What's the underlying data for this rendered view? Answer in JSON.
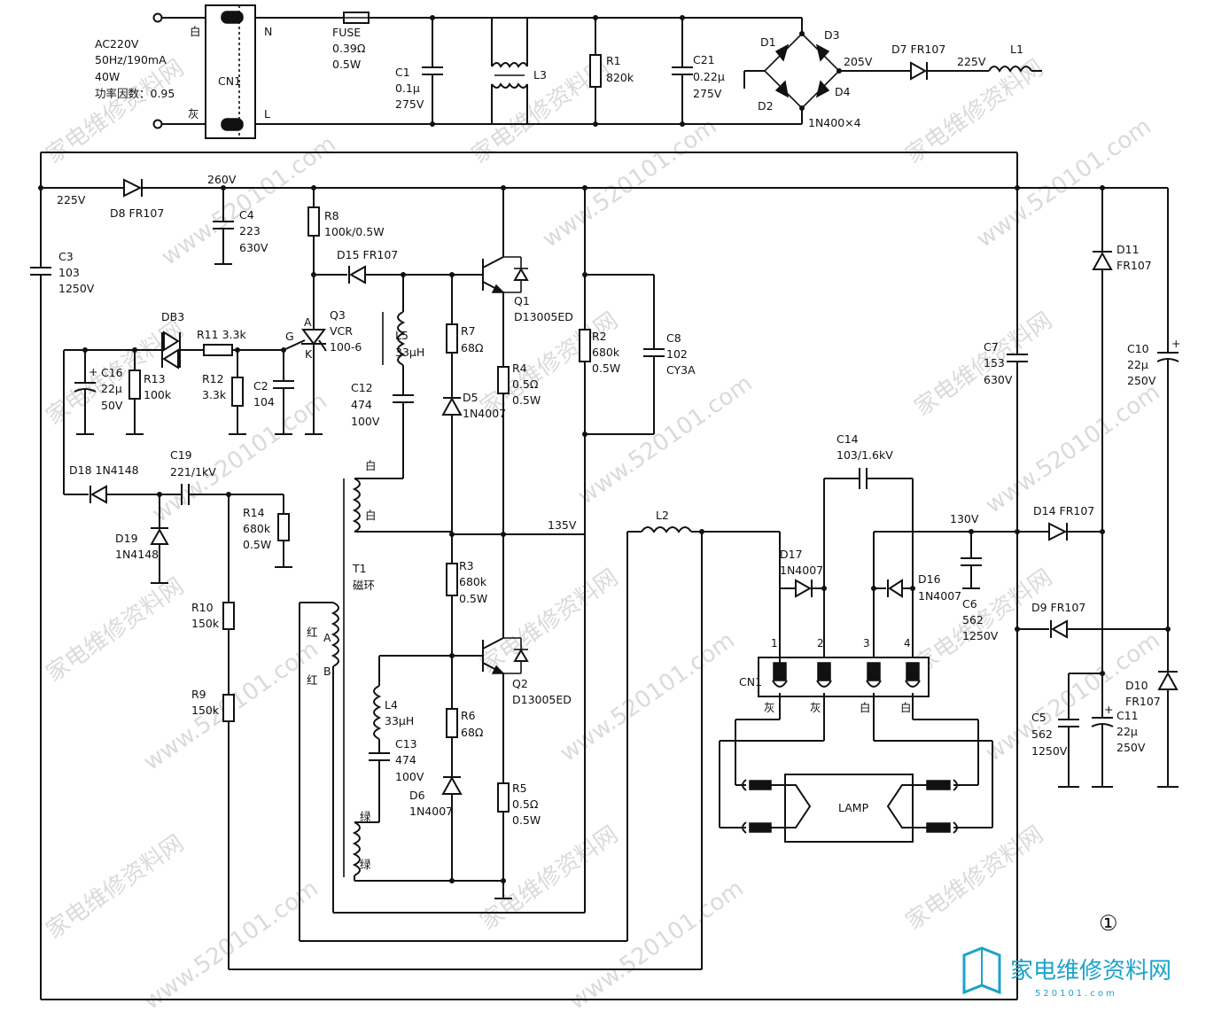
{
  "ac_input": {
    "lines": [
      "AC220V",
      "50Hz/190mA",
      "40W",
      "功率因数：0.95"
    ],
    "terminal_white": "白",
    "terminal_gray": "灰",
    "label_n": "N",
    "label_l": "L",
    "connector": "CN1"
  },
  "fuse": {
    "ref": "FUSE",
    "value": "0.39Ω",
    "rating": "0.5W"
  },
  "c1": {
    "ref": "C1",
    "value": "0.1μ",
    "rating": "275V"
  },
  "l3": {
    "ref": "L3"
  },
  "r1": {
    "ref": "R1",
    "value": "820k"
  },
  "c21": {
    "ref": "C21",
    "value": "0.22μ",
    "rating": "275V"
  },
  "bridge": {
    "d1": "D1",
    "d2": "D2",
    "d3": "D3",
    "d4": "D4",
    "part": "1N400×4",
    "out_v": "205V"
  },
  "d7": {
    "label": "D7 FR107",
    "out_v": "225V"
  },
  "l1": {
    "ref": "L1"
  },
  "rail_225": "225V",
  "d8": {
    "label": "D8 FR107"
  },
  "rail_260": "260V",
  "c4": {
    "ref": "C4",
    "value": "223",
    "rating": "630V"
  },
  "c3": {
    "ref": "C3",
    "value": "103",
    "rating": "1250V"
  },
  "r8": {
    "ref": "R8",
    "value": "100k/0.5W"
  },
  "d15": {
    "label": "D15 FR107"
  },
  "q3": {
    "ref": "Q3",
    "part": "VCR",
    "part2": "100-6",
    "pin_a": "A",
    "pin_g": "G",
    "pin_k": "K"
  },
  "db3": {
    "ref": "DB3"
  },
  "r11": {
    "label": "R11 3.3k"
  },
  "c16": {
    "ref": "C16",
    "value": "22μ",
    "rating": "50V"
  },
  "r13": {
    "ref": "R13",
    "value": "100k"
  },
  "r12": {
    "ref": "R12",
    "value": "3.3k"
  },
  "c2": {
    "ref": "C2",
    "value": "104"
  },
  "l5": {
    "ref": "L5",
    "value": "33μH"
  },
  "c12": {
    "ref": "C12",
    "value": "474",
    "rating": "100V"
  },
  "r7": {
    "ref": "R7",
    "value": "68Ω"
  },
  "d5": {
    "ref": "D5",
    "part": "1N4007"
  },
  "q1": {
    "ref": "Q1",
    "part": "D13005ED"
  },
  "r4": {
    "ref": "R4",
    "value": "0.5Ω",
    "rating": "0.5W"
  },
  "r2": {
    "ref": "R2",
    "value": "680k",
    "rating": "0.5W"
  },
  "c8": {
    "ref": "C8",
    "value": "102",
    "rating": "CY3A"
  },
  "d18": {
    "label": "D18 1N4148"
  },
  "c19": {
    "label": "C19",
    "value": "221/1kV"
  },
  "d19": {
    "ref": "D19",
    "part": "1N4148"
  },
  "r14": {
    "ref": "R14",
    "value": "680k",
    "rating": "0.5W"
  },
  "t1": {
    "ref": "T1",
    "desc": "磁环",
    "white": "白",
    "red": "红",
    "green": "绿",
    "pin_a": "A",
    "pin_b": "B"
  },
  "mid_v": "135V",
  "r3": {
    "ref": "R3",
    "value": "680k",
    "rating": "0.5W"
  },
  "r10": {
    "ref": "R10",
    "value": "150k"
  },
  "r9": {
    "ref": "R9",
    "value": "150k"
  },
  "l4": {
    "ref": "L4",
    "value": "33μH"
  },
  "c13": {
    "ref": "C13",
    "value": "474",
    "rating": "100V"
  },
  "r6": {
    "ref": "R6",
    "value": "68Ω"
  },
  "d6": {
    "ref": "D6",
    "part": "1N4007"
  },
  "q2": {
    "ref": "Q2",
    "part": "D13005ED"
  },
  "r5": {
    "ref": "R5",
    "value": "0.5Ω",
    "rating": "0.5W"
  },
  "l2": {
    "ref": "L2"
  },
  "c14": {
    "ref": "C14",
    "value": "103/1.6kV"
  },
  "d17": {
    "ref": "D17",
    "part": "1N4007"
  },
  "d16": {
    "ref": "D16",
    "part": "1N4007"
  },
  "v130": "130V",
  "c6": {
    "ref": "C6",
    "value": "562",
    "rating": "1250V"
  },
  "cn1_out": {
    "ref": "CN1",
    "pins": [
      "1",
      "2",
      "3",
      "4"
    ],
    "colors": [
      "灰",
      "灰",
      "白",
      "白"
    ]
  },
  "lamp": "LAMP",
  "c7": {
    "ref": "C7",
    "value": "153",
    "rating": "630V"
  },
  "d11": {
    "ref": "D11",
    "part": "FR107"
  },
  "c10": {
    "ref": "C10",
    "value": "22μ",
    "rating": "250V"
  },
  "d14": {
    "label": "D14 FR107"
  },
  "d9": {
    "label": "D9 FR107"
  },
  "c5": {
    "ref": "C5",
    "value": "562",
    "rating": "1250V"
  },
  "c11": {
    "ref": "C11",
    "value": "22μ",
    "rating": "250V"
  },
  "d10": {
    "ref": "D10",
    "part": "FR107"
  },
  "figure_number": "①",
  "watermark": {
    "text": "家电维修资料网",
    "url": "www.520101.com"
  },
  "brand": {
    "name": "家电维修资料网",
    "url": "520101.com"
  }
}
